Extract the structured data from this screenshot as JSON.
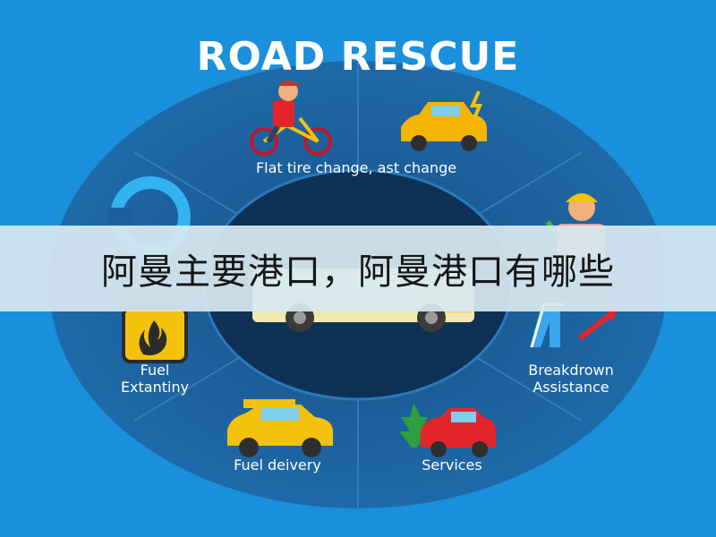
{
  "title": "ROAD RESCUE",
  "segments": [
    {
      "label_lines": [
        "Flat tire change, ast change"
      ],
      "icon": "cyclist-icon"
    },
    {
      "label_lines": [
        "Flat tire change, ast change"
      ],
      "icon": "yellow-car-icon"
    },
    {
      "label_lines": [
        "Fuel",
        "Extantiny"
      ],
      "icon": "fuel-can-icon"
    },
    {
      "label_lines": [
        "Breakdrown",
        "Assistance"
      ],
      "icon": "breakdown-arrow-icon"
    },
    {
      "label_lines": [
        "Fuel deivery"
      ],
      "icon": "taxi-icon"
    },
    {
      "label_lines": [
        "Services"
      ],
      "icon": "red-car-icon"
    }
  ],
  "banner": {
    "text": "阿曼主要港口，阿曼港口有哪些"
  },
  "colors": {
    "background": "#1a8fdc",
    "ring": "#1d5f9c",
    "ring_dark": "#15487a",
    "center": "#0f3155",
    "accent_yellow": "#f4c20d",
    "accent_red": "#e3262c"
  }
}
